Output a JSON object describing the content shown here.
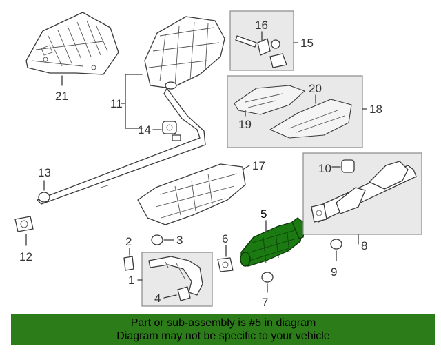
{
  "callouts": {
    "c1": "1",
    "c2": "2",
    "c3": "3",
    "c4": "4",
    "c5": "5",
    "c6": "6",
    "c7": "7",
    "c8": "8",
    "c9": "9",
    "c10": "10",
    "c11": "11",
    "c12": "12",
    "c13": "13",
    "c14": "14",
    "c15": "15",
    "c16": "16",
    "c17": "17",
    "c18": "18",
    "c19": "19",
    "c20": "20",
    "c21": "21"
  },
  "highlight": {
    "part": "5",
    "color": "#1c7a12"
  },
  "banner": {
    "line1": "Part or sub-assembly is #5 in diagram",
    "line2": "Diagram may not be specific to your vehicle",
    "color": "#2c7d1a"
  }
}
